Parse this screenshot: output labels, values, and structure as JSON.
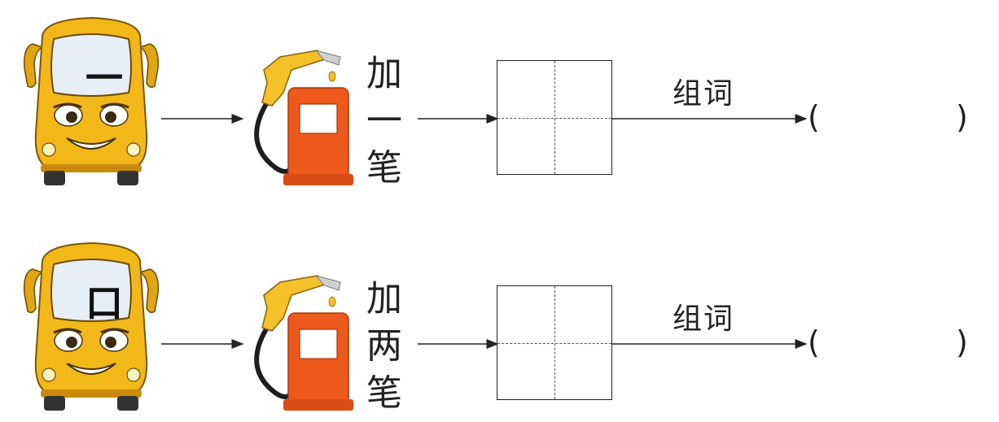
{
  "rows": [
    {
      "bus_char": "一",
      "instruction": [
        "加",
        "一",
        "笔"
      ],
      "zuci_label": "组词",
      "paren_open": "(",
      "paren_close": ")"
    },
    {
      "bus_char": "口",
      "instruction": [
        "加",
        "两",
        "笔"
      ],
      "zuci_label": "组词",
      "paren_open": "(",
      "paren_close": ")"
    }
  ],
  "colors": {
    "bus_body": "#f2b81a",
    "bus_shade": "#c98a0a",
    "pump_body": "#ee5a1c",
    "nozzle": "#f4c12b",
    "line": "#222222"
  },
  "icons": [
    "bus-icon",
    "fuel-pump-icon"
  ]
}
